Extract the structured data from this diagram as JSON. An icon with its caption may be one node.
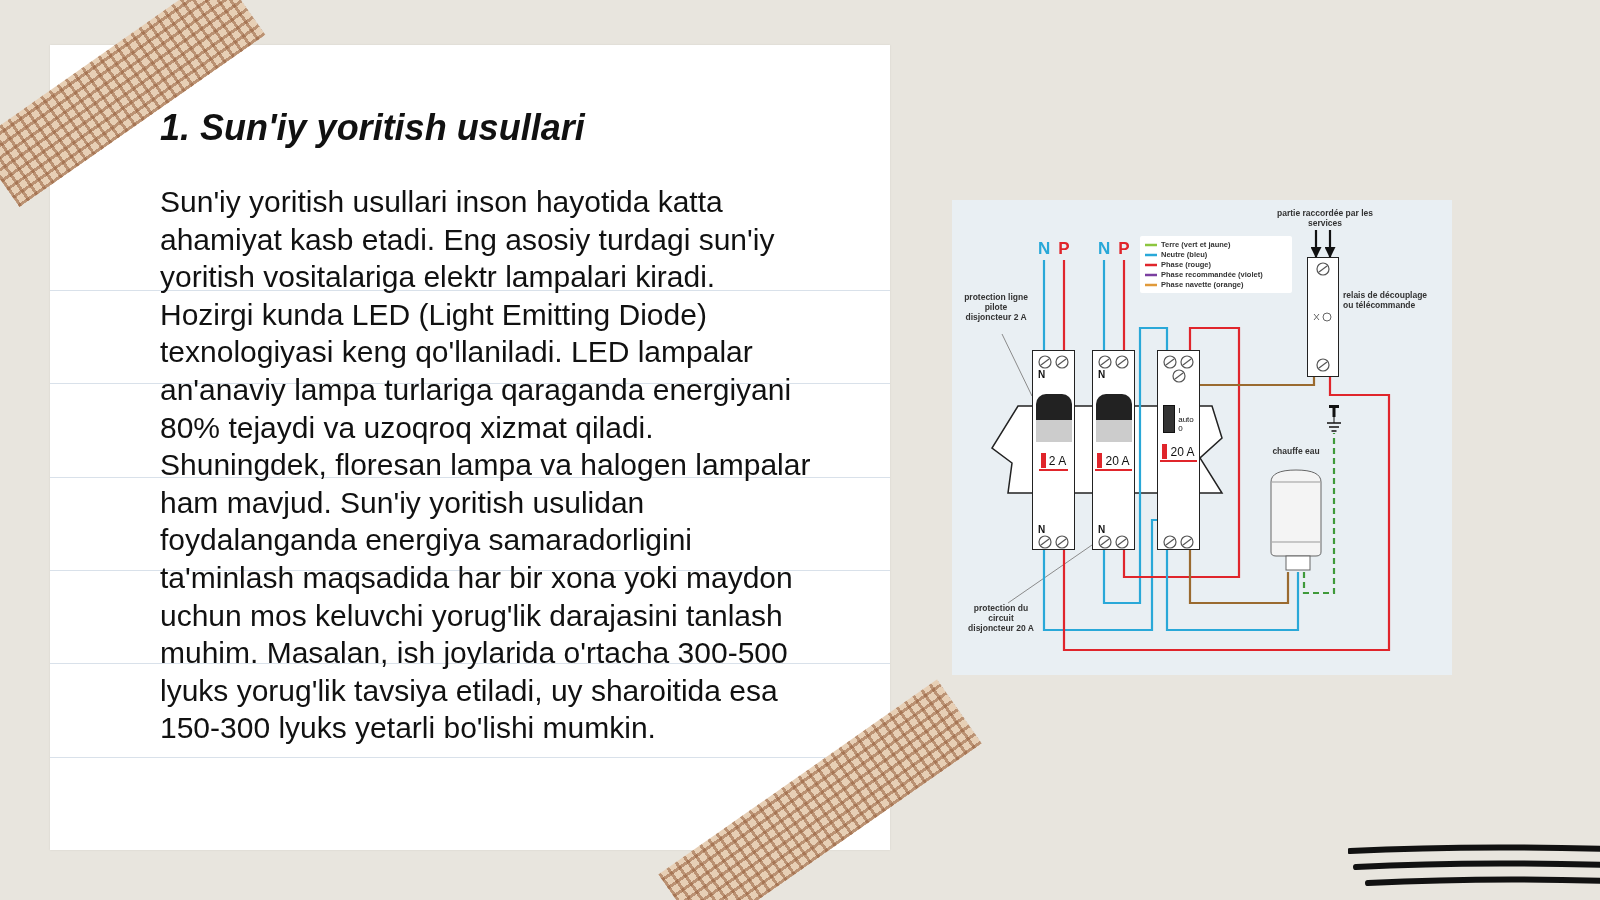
{
  "diagram": {
    "title": "1. Sun'iy yoritish usullari",
    "labels": [
      "Sun'iy yoritish usullari inson hayotida katta ahamiyat kasb etadi. Eng asosiy turdagi sun'iy yoritish vositalariga elektr lampalari kiradi. Hozirgi kunda LED (Light Emitting Diode) texnologiyasi keng qo'llaniladi. LED lampalar an'anaviy lampa turlariga qaraganda energiyani 80% tejaydi va uzoqroq xizmat qiladi. Shuningdek, floresan lampa va halogen lampalar ham mavjud. Sun'iy yoritish usulidan foydalanganda energiya samaradorligini ta'minlash maqsadida har bir xona yoki maydon uchun mos keluvchi yorug'lik darajasini tanlash muhim. Masalan, ish joylarida o'rtacha 300-500 lyuks yorug'lik tavsiya etiladi, uy sharoitida esa 150-300 lyuks yetarli bo'lishi mumkin."
    ],
    "nodes": [
      {
        "text": [
          "N"
        ]
      },
      {
        "text": [
          "P"
        ]
      },
      {
        "text": [
          "N"
        ]
      },
      {
        "text": [
          "P"
        ]
      },
      {
        "text": [
          "protection ligne pilote disjoncteur 2 A"
        ]
      },
      {
        "text": [
          "partie raccordée par les services"
        ]
      },
      {
        "text": [
          "N",
          "2 A",
          "N"
        ]
      },
      {
        "text": [
          "N",
          "20 A",
          "N"
        ]
      },
      {
        "text": [
          "I",
          "auto",
          "0",
          "20 A"
        ]
      },
      {
        "text": [],
        "shape": "box",
        "beside": [
          "relais de découplage ou télécommande"
        ]
      },
      {
        "text": [],
        "shape": "ground"
      },
      {
        "text": [
          "chauffe eau"
        ]
      },
      {
        "text": [
          "protection du circuit disjoncteur 20 A"
        ]
      }
    ],
    "edges": [
      {
        "from": 0,
        "to": 6,
        "arrow": "none",
        "color": "#29a8d8"
      },
      {
        "from": 1,
        "to": 6,
        "arrow": "none",
        "color": "#e0252b"
      },
      {
        "from": 2,
        "to": 7,
        "arrow": "none",
        "color": "#29a8d8"
      },
      {
        "from": 3,
        "to": 7,
        "arrow": "none",
        "color": "#e0252b"
      },
      {
        "from": 4,
        "to": 6,
        "arrow": "none",
        "color": "#8a8a8a"
      },
      {
        "from": 12,
        "to": 7,
        "arrow": "none",
        "color": "#8a8a8a"
      },
      {
        "from": 5,
        "to": 9,
        "arrow": "to",
        "color": "#111111"
      },
      {
        "from": 5,
        "to": 9,
        "arrow": "to",
        "color": "#111111"
      },
      {
        "from": 6,
        "to": 8,
        "arrow": "none",
        "color": "#29a8d8"
      },
      {
        "from": 6,
        "to": 9,
        "arrow": "none",
        "color": "#e0252b"
      },
      {
        "from": 7,
        "to": 8,
        "arrow": "none",
        "color": "#29a8d8"
      },
      {
        "from": 7,
        "to": 8,
        "arrow": "none",
        "color": "#e0252b"
      },
      {
        "from": 8,
        "to": 9,
        "arrow": "none",
        "color": "#9a6a2f"
      },
      {
        "from": 8,
        "to": 11,
        "arrow": "none",
        "color": "#9a6a2f"
      },
      {
        "from": 8,
        "to": 11,
        "arrow": "none",
        "color": "#29a8d8"
      },
      {
        "from": 11,
        "to": 10,
        "arrow": "none",
        "style": "dashed",
        "color": "#3f9a3a"
      }
    ],
    "legend": [
      {
        "text": "Terre (vert et jaune)"
      },
      {
        "text": "Neutre (bleu)"
      },
      {
        "text": "Phase (rouge)"
      },
      {
        "text": "Phase recommandée (violet)"
      },
      {
        "text": "Phase navette (orange)"
      }
    ]
  }
}
